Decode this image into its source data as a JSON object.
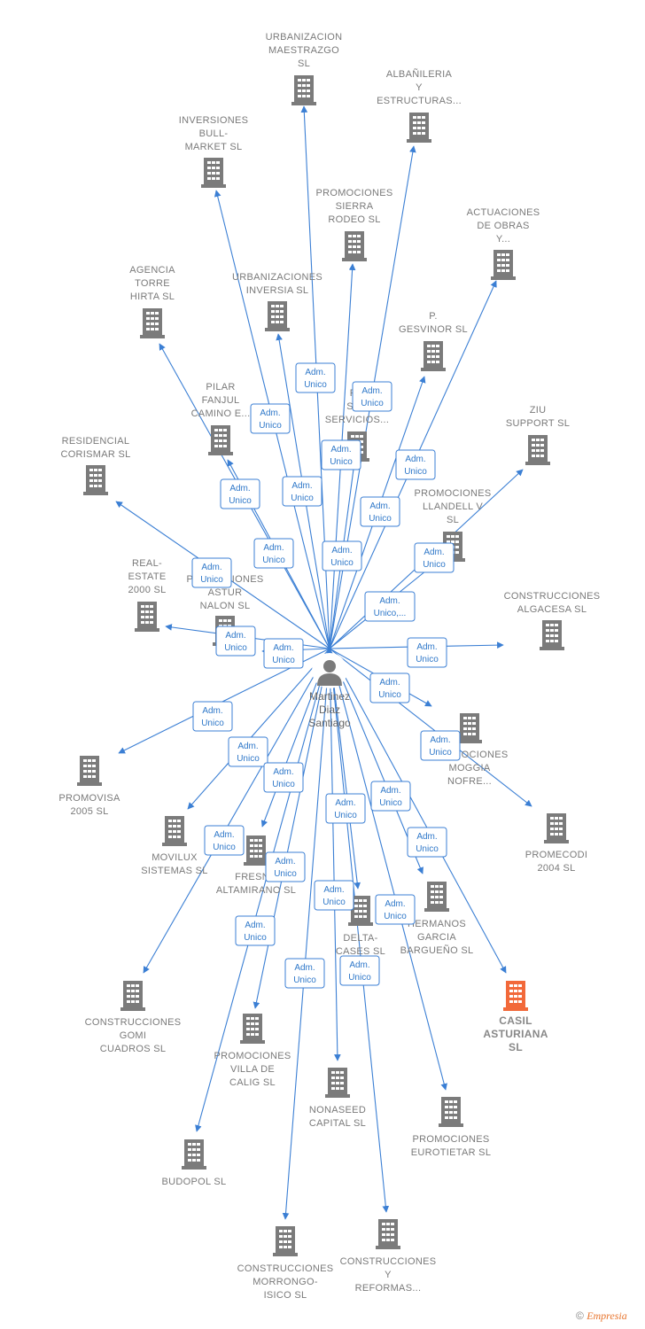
{
  "colors": {
    "edge": "#3b7fd4",
    "building": "#7b7b7b",
    "building_highlight": "#f2693a",
    "badge_border": "#3b7fd4",
    "badge_text": "#2f78c9",
    "label": "#7a7a7a"
  },
  "person": {
    "name_lines": [
      "Martinez",
      "Diaz",
      "Santiago"
    ],
    "icon": "person-icon"
  },
  "companies": [
    {
      "id": "urbanizacion-maestrazgo",
      "lines": [
        "URBANIZACION",
        "MAESTRAZGO",
        "SL"
      ]
    },
    {
      "id": "albanileria",
      "lines": [
        "ALBAÑILERIA",
        "Y",
        "ESTRUCTURAS..."
      ]
    },
    {
      "id": "inversiones-bull-market",
      "lines": [
        "INVERSIONES",
        "BULL-",
        "MARKET SL"
      ]
    },
    {
      "id": "promociones-sierra-rodeo",
      "lines": [
        "PROMOCIONES",
        "SIERRA",
        "RODEO SL"
      ]
    },
    {
      "id": "actuaciones-de-obras",
      "lines": [
        "ACTUACIONES",
        "DE OBRAS",
        "Y..."
      ]
    },
    {
      "id": "urbanizaciones-inversia",
      "lines": [
        "URBANIZACIONES",
        "INVERSIA SL"
      ]
    },
    {
      "id": "agencia-torre-hirta",
      "lines": [
        "AGENCIA",
        "TORRE",
        "HIRTA SL"
      ]
    },
    {
      "id": "p-gesvinor",
      "lines": [
        "P.",
        "GESVINOR SL"
      ]
    },
    {
      "id": "pilar-fanjul",
      "lines": [
        "PILAR",
        "FANJUL",
        "CAMINO E..."
      ]
    },
    {
      "id": "po-sar-servicios",
      "lines": [
        "PO",
        "SAR",
        "SERVICIOS..."
      ]
    },
    {
      "id": "ziu-support",
      "lines": [
        "ZIU",
        "SUPPORT SL"
      ]
    },
    {
      "id": "residencial-corismar",
      "lines": [
        "RESIDENCIAL",
        "CORISMAR SL"
      ]
    },
    {
      "id": "promociones-llandell",
      "lines": [
        "PROMOCIONES",
        "LLANDELL V",
        "SL"
      ]
    },
    {
      "id": "real-estate-2000",
      "lines": [
        "REAL-",
        "ESTATE",
        "2000 SL"
      ]
    },
    {
      "id": "promociones-astur-nalon",
      "lines": [
        "PROMOCIONES",
        "ASTUR",
        "NALON SL"
      ]
    },
    {
      "id": "construcciones-algacesa",
      "lines": [
        "CONSTRUCCIONES",
        "ALGACESA SL"
      ]
    },
    {
      "id": "promociones-moggia",
      "lines": [
        "PROMOCIONES",
        "MOGGIA",
        "NOFRE..."
      ]
    },
    {
      "id": "promovisa-2005",
      "lines": [
        "PROMOVISA",
        "2005 SL"
      ]
    },
    {
      "id": "promecodi-2004",
      "lines": [
        "PROMECODI",
        "2004 SL"
      ]
    },
    {
      "id": "movilux-sistemas",
      "lines": [
        "MOVILUX",
        "SISTEMAS SL"
      ]
    },
    {
      "id": "fresno-altamirano",
      "lines": [
        "FRESNO",
        "ALTAMIRANO SL"
      ]
    },
    {
      "id": "delta-cases",
      "lines": [
        "DELTA-",
        "CASES SL"
      ]
    },
    {
      "id": "hermanos-garcia-bargueno",
      "lines": [
        "HERMANOS",
        "GARCIA",
        "BARGUEÑO SL"
      ]
    },
    {
      "id": "casil-asturiana",
      "lines": [
        "CASIL",
        "ASTURIANA",
        "SL"
      ],
      "highlight": true
    },
    {
      "id": "construcciones-gomi-cuadros",
      "lines": [
        "CONSTRUCCIONES",
        "GOMI",
        "CUADROS SL"
      ]
    },
    {
      "id": "promociones-villa-de-calig",
      "lines": [
        "PROMOCIONES",
        "VILLA DE",
        "CALIG SL"
      ]
    },
    {
      "id": "nonaseed-capital",
      "lines": [
        "NONASEED",
        "CAPITAL SL"
      ]
    },
    {
      "id": "promociones-eurotietar",
      "lines": [
        "PROMOCIONES",
        "EUROTIETAR SL"
      ]
    },
    {
      "id": "budopol",
      "lines": [
        "BUDOPOL SL"
      ]
    },
    {
      "id": "construcciones-morrongo-isico",
      "lines": [
        "CONSTRUCCIONES",
        "MORRONGO-",
        "ISICO SL"
      ]
    },
    {
      "id": "construcciones-y-reformas",
      "lines": [
        "CONSTRUCCIONES",
        "Y",
        "REFORMAS..."
      ]
    }
  ],
  "badges": [
    {
      "lines": [
        "Adm.",
        "Unico"
      ]
    },
    {
      "lines": [
        "Adm.",
        "Unico"
      ]
    },
    {
      "lines": [
        "Adm.",
        "Unico"
      ]
    },
    {
      "lines": [
        "Adm.",
        "Unico"
      ]
    },
    {
      "lines": [
        "Adm.",
        "Unico"
      ]
    },
    {
      "lines": [
        "Adm.",
        "Unico"
      ]
    },
    {
      "lines": [
        "Adm.",
        "Unico"
      ]
    },
    {
      "lines": [
        "Adm.",
        "Unico"
      ]
    },
    {
      "lines": [
        "Adm.",
        "Unico"
      ]
    },
    {
      "lines": [
        "Adm.",
        "Unico"
      ]
    },
    {
      "lines": [
        "Adm.",
        "Unico"
      ]
    },
    {
      "lines": [
        "Adm.",
        "Unico"
      ]
    },
    {
      "lines": [
        "Adm.",
        "Unico,..."
      ]
    },
    {
      "lines": [
        "Adm.",
        "Unico"
      ]
    },
    {
      "lines": [
        "Adm.",
        "Unico"
      ]
    },
    {
      "lines": [
        "Adm.",
        "Unico"
      ]
    },
    {
      "lines": [
        "Adm.",
        "Unico"
      ]
    },
    {
      "lines": [
        "Adm.",
        "Unico"
      ]
    },
    {
      "lines": [
        "Adm.",
        "Unico"
      ]
    },
    {
      "lines": [
        "Adm.",
        "Unico"
      ]
    },
    {
      "lines": [
        "Adm.",
        "Unico"
      ]
    },
    {
      "lines": [
        "Adm.",
        "Unico"
      ]
    },
    {
      "lines": [
        "Adm.",
        "Unico"
      ]
    },
    {
      "lines": [
        "Adm.",
        "Unico"
      ]
    },
    {
      "lines": [
        "Adm.",
        "Unico"
      ]
    },
    {
      "lines": [
        "Adm.",
        "Unico"
      ]
    },
    {
      "lines": [
        "Adm.",
        "Unico"
      ]
    },
    {
      "lines": [
        "Adm.",
        "Unico"
      ]
    },
    {
      "lines": [
        "Adm.",
        "Unico"
      ]
    },
    {
      "lines": [
        "Adm.",
        "Unico"
      ]
    },
    {
      "lines": [
        "Adm.",
        "Unico"
      ]
    }
  ],
  "footer": {
    "copyright": "©",
    "brand": "Empresia"
  }
}
